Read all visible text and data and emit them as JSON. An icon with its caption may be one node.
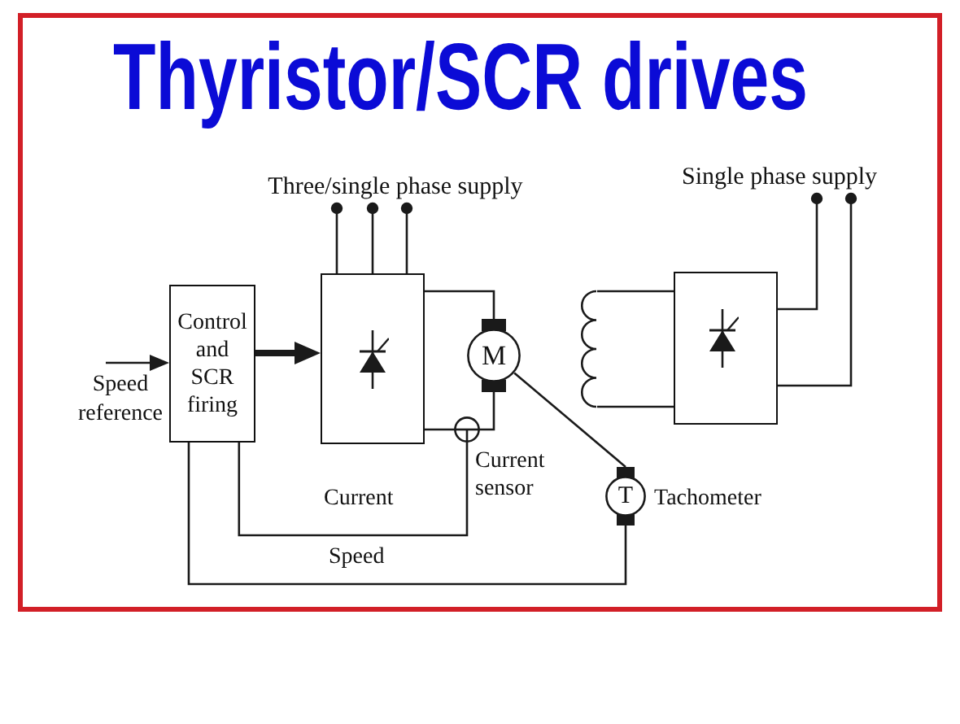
{
  "diagram": {
    "title": "Thyristor/SCR drives",
    "nodes": [
      {
        "text": [
          "Three/single phase supply"
        ]
      },
      {
        "text": [
          "Single phase supply"
        ]
      },
      {
        "text": [
          "Control and SCR firing"
        ]
      },
      {
        "text": [],
        "shape": "box"
      },
      {
        "text": [
          "M"
        ]
      },
      {
        "text": [],
        "shape": "coil"
      },
      {
        "text": [],
        "shape": "box"
      },
      {
        "text": [],
        "shape": "circle",
        "beside": [
          "Current sensor"
        ]
      },
      {
        "text": [
          "T"
        ],
        "beside": [
          "Tachometer"
        ]
      }
    ],
    "edges": [
      {
        "from": null,
        "to": 2,
        "arrow": "to",
        "label": "Speed reference"
      },
      {
        "from": 2,
        "to": 3,
        "arrow": "to",
        "style": "thick"
      },
      {
        "from": 0,
        "to": 3,
        "arrow": "other"
      },
      {
        "from": 0,
        "to": 3,
        "arrow": "other"
      },
      {
        "from": 0,
        "to": 3,
        "arrow": "other"
      },
      {
        "from": 3,
        "to": 4,
        "arrow": "none"
      },
      {
        "from": 3,
        "to": 7,
        "arrow": "none"
      },
      {
        "from": 7,
        "to": 4,
        "arrow": "none"
      },
      {
        "from": 7,
        "to": 2,
        "arrow": "none",
        "label": "Current"
      },
      {
        "from": 4,
        "to": 8,
        "arrow": "none"
      },
      {
        "from": 8,
        "to": 2,
        "arrow": "none",
        "label": "Speed"
      },
      {
        "from": 5,
        "to": 6,
        "arrow": "none"
      },
      {
        "from": 5,
        "to": 6,
        "arrow": "none"
      },
      {
        "from": 1,
        "to": 6,
        "arrow": "other"
      },
      {
        "from": 1,
        "to": 6,
        "arrow": "other"
      }
    ]
  }
}
